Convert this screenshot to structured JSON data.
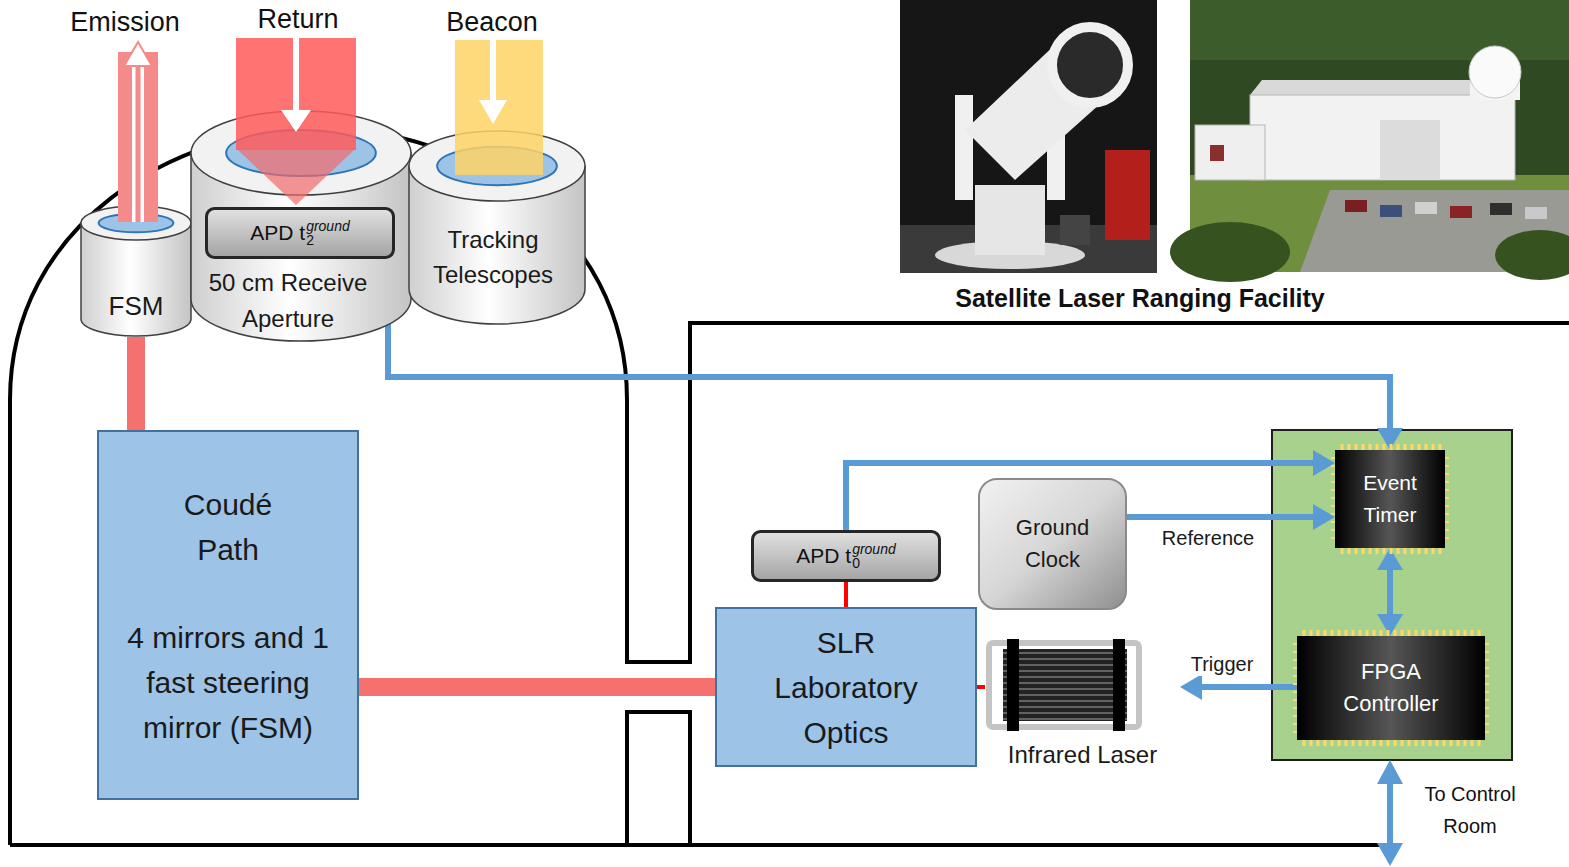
{
  "diagram": {
    "nodes": [
      {
        "text": [
          "FSM"
        ]
      },
      {
        "text": [
          "50 cm Receive Aperture"
        ]
      },
      {
        "text": [
          "APD t",
          "2",
          "ground"
        ],
        "in": 1
      },
      {
        "text": [
          "Tracking Telescopes"
        ]
      },
      {
        "text": [
          "Event Timer"
        ]
      },
      {
        "text": [
          "APD t",
          "0",
          "ground"
        ]
      },
      {
        "text": [
          "Ground Clock"
        ]
      },
      {
        "text": [
          "Coudé Path",
          "4 mirrors and 1 fast steering mirror (FSM)"
        ]
      },
      {
        "text": [
          "SLR Laboratory Optics"
        ]
      },
      {
        "text": [
          "Infrared Laser"
        ]
      },
      {
        "text": [
          "FPGA Controller"
        ]
      }
    ],
    "edges": [
      {
        "from": 0,
        "to": 7,
        "arrow": "none"
      },
      {
        "from": 7,
        "to": 8,
        "arrow": "none"
      },
      {
        "from": 8,
        "to": 5,
        "arrow": "none"
      },
      {
        "from": 9,
        "to": 8,
        "arrow": "none"
      },
      {
        "from": 2,
        "to": 4,
        "arrow": "to"
      },
      {
        "from": 5,
        "to": 4,
        "arrow": "to"
      },
      {
        "from": 6,
        "to": 4,
        "arrow": "to",
        "label": "Reference"
      },
      {
        "from": 10,
        "to": 9,
        "arrow": "to",
        "label": "Trigger"
      },
      {
        "from": 4,
        "to": 10,
        "arrow": "both"
      }
    ],
    "labels": [
      "Emission",
      "Return",
      "Beacon",
      "Satellite Laser Ranging Facility",
      "To Control Room"
    ]
  }
}
